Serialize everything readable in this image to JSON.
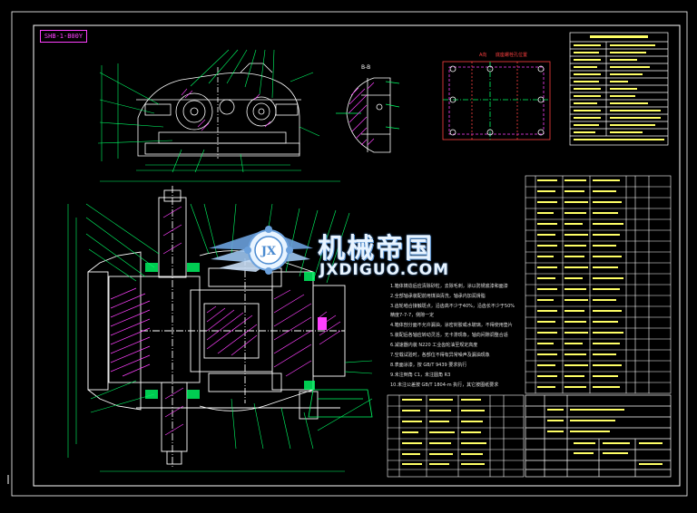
{
  "drawing": {
    "sheet_tag": "SHB-1-B00Y",
    "section_label": "B-B",
    "top_right_label": "A向",
    "top_right_title": "底座螺栓孔位置"
  },
  "watermark": {
    "name_cn": "机械帝国",
    "name_en": "JXDIGUO.COM",
    "logo_letters": "JX"
  },
  "tech_notes": [
    "1.箱体铸造后应清除砂粒，去除毛刺，涂以防锈底漆和面漆",
    "2.全部轴承装配前用煤油清洗，轴承内加润滑脂",
    "3.齿轮啮合接触斑点，沿齿高不少于40%，沿齿长不少于50%",
    "  精度7-7-7，侧隙一定",
    "4.箱体剖分面不允许漏油，涂密封胶或水玻璃，不得使用垫片",
    "5.装配后各轴应转动灵活，无卡滞现象，轴向间隙调整合适",
    "6.减速器内装 N220 工业齿轮油至规定高度",
    "7.空载试验时，各部位不得有异常噪声及漏油现象",
    "8.表面涂漆，按 GB/T 9439 要求执行",
    "9.未注倒角 C1，未注圆角 R3",
    "10.未注公差按 GB/T 1804-m 执行，其它按图纸要求"
  ],
  "colors": {
    "border": "#ffffff",
    "line": "#ffffff",
    "dim": "#00ff66",
    "hatch": "#ff40ff",
    "table": "#ffff66",
    "text": "#e0e0e0"
  }
}
